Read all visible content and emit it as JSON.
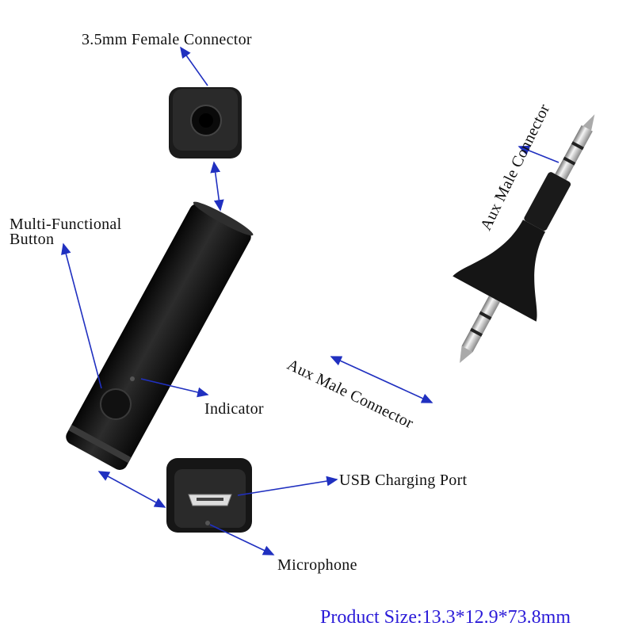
{
  "labels": {
    "female_connector": "3.5mm Female Connector",
    "multi_button_line1": "Multi-Functional",
    "multi_button_line2": "Button",
    "indicator": "Indicator",
    "usb_port": "USB Charging Port",
    "microphone": "Microphone",
    "aux_male_top": "Aux Male Connector",
    "aux_male_bottom": "Aux Male Connector"
  },
  "product_size": "Product Size:13.3*12.9*73.8mm",
  "colors": {
    "arrow": "#2030c0",
    "size_text": "#2a1ad8",
    "body": "#161616"
  }
}
